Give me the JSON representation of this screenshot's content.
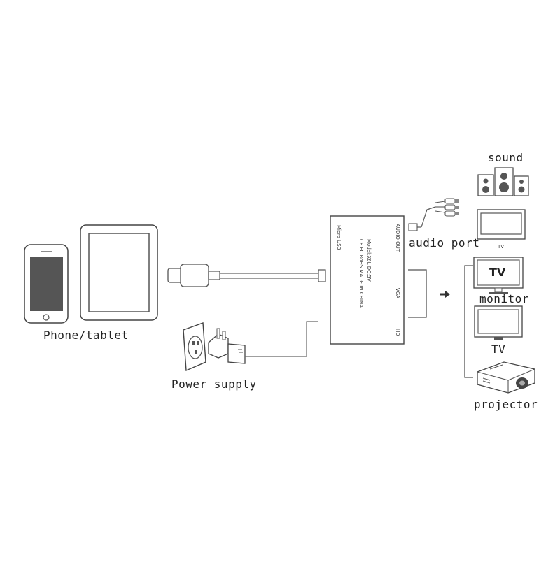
{
  "labels": {
    "phone_tablet": "Phone/tablet",
    "power_supply": "Power supply",
    "sound": "sound",
    "audio_port": "audio port",
    "tv_small": "TV",
    "monitor": "monitor",
    "tv": "TV",
    "projector": "projector",
    "monitor_screen_text": "TV"
  },
  "adapter": {
    "micro_usb": "Micro USB",
    "model": "Model:X6L DC:5V",
    "marks": "CE FC  RoHS  MADE IN CHINA",
    "audio_out": "AUDIO OUT",
    "vga": "VGA",
    "hd": "HD"
  },
  "colors": {
    "line": "#555555",
    "stroke": "#444444",
    "screen_dark": "#555555"
  }
}
